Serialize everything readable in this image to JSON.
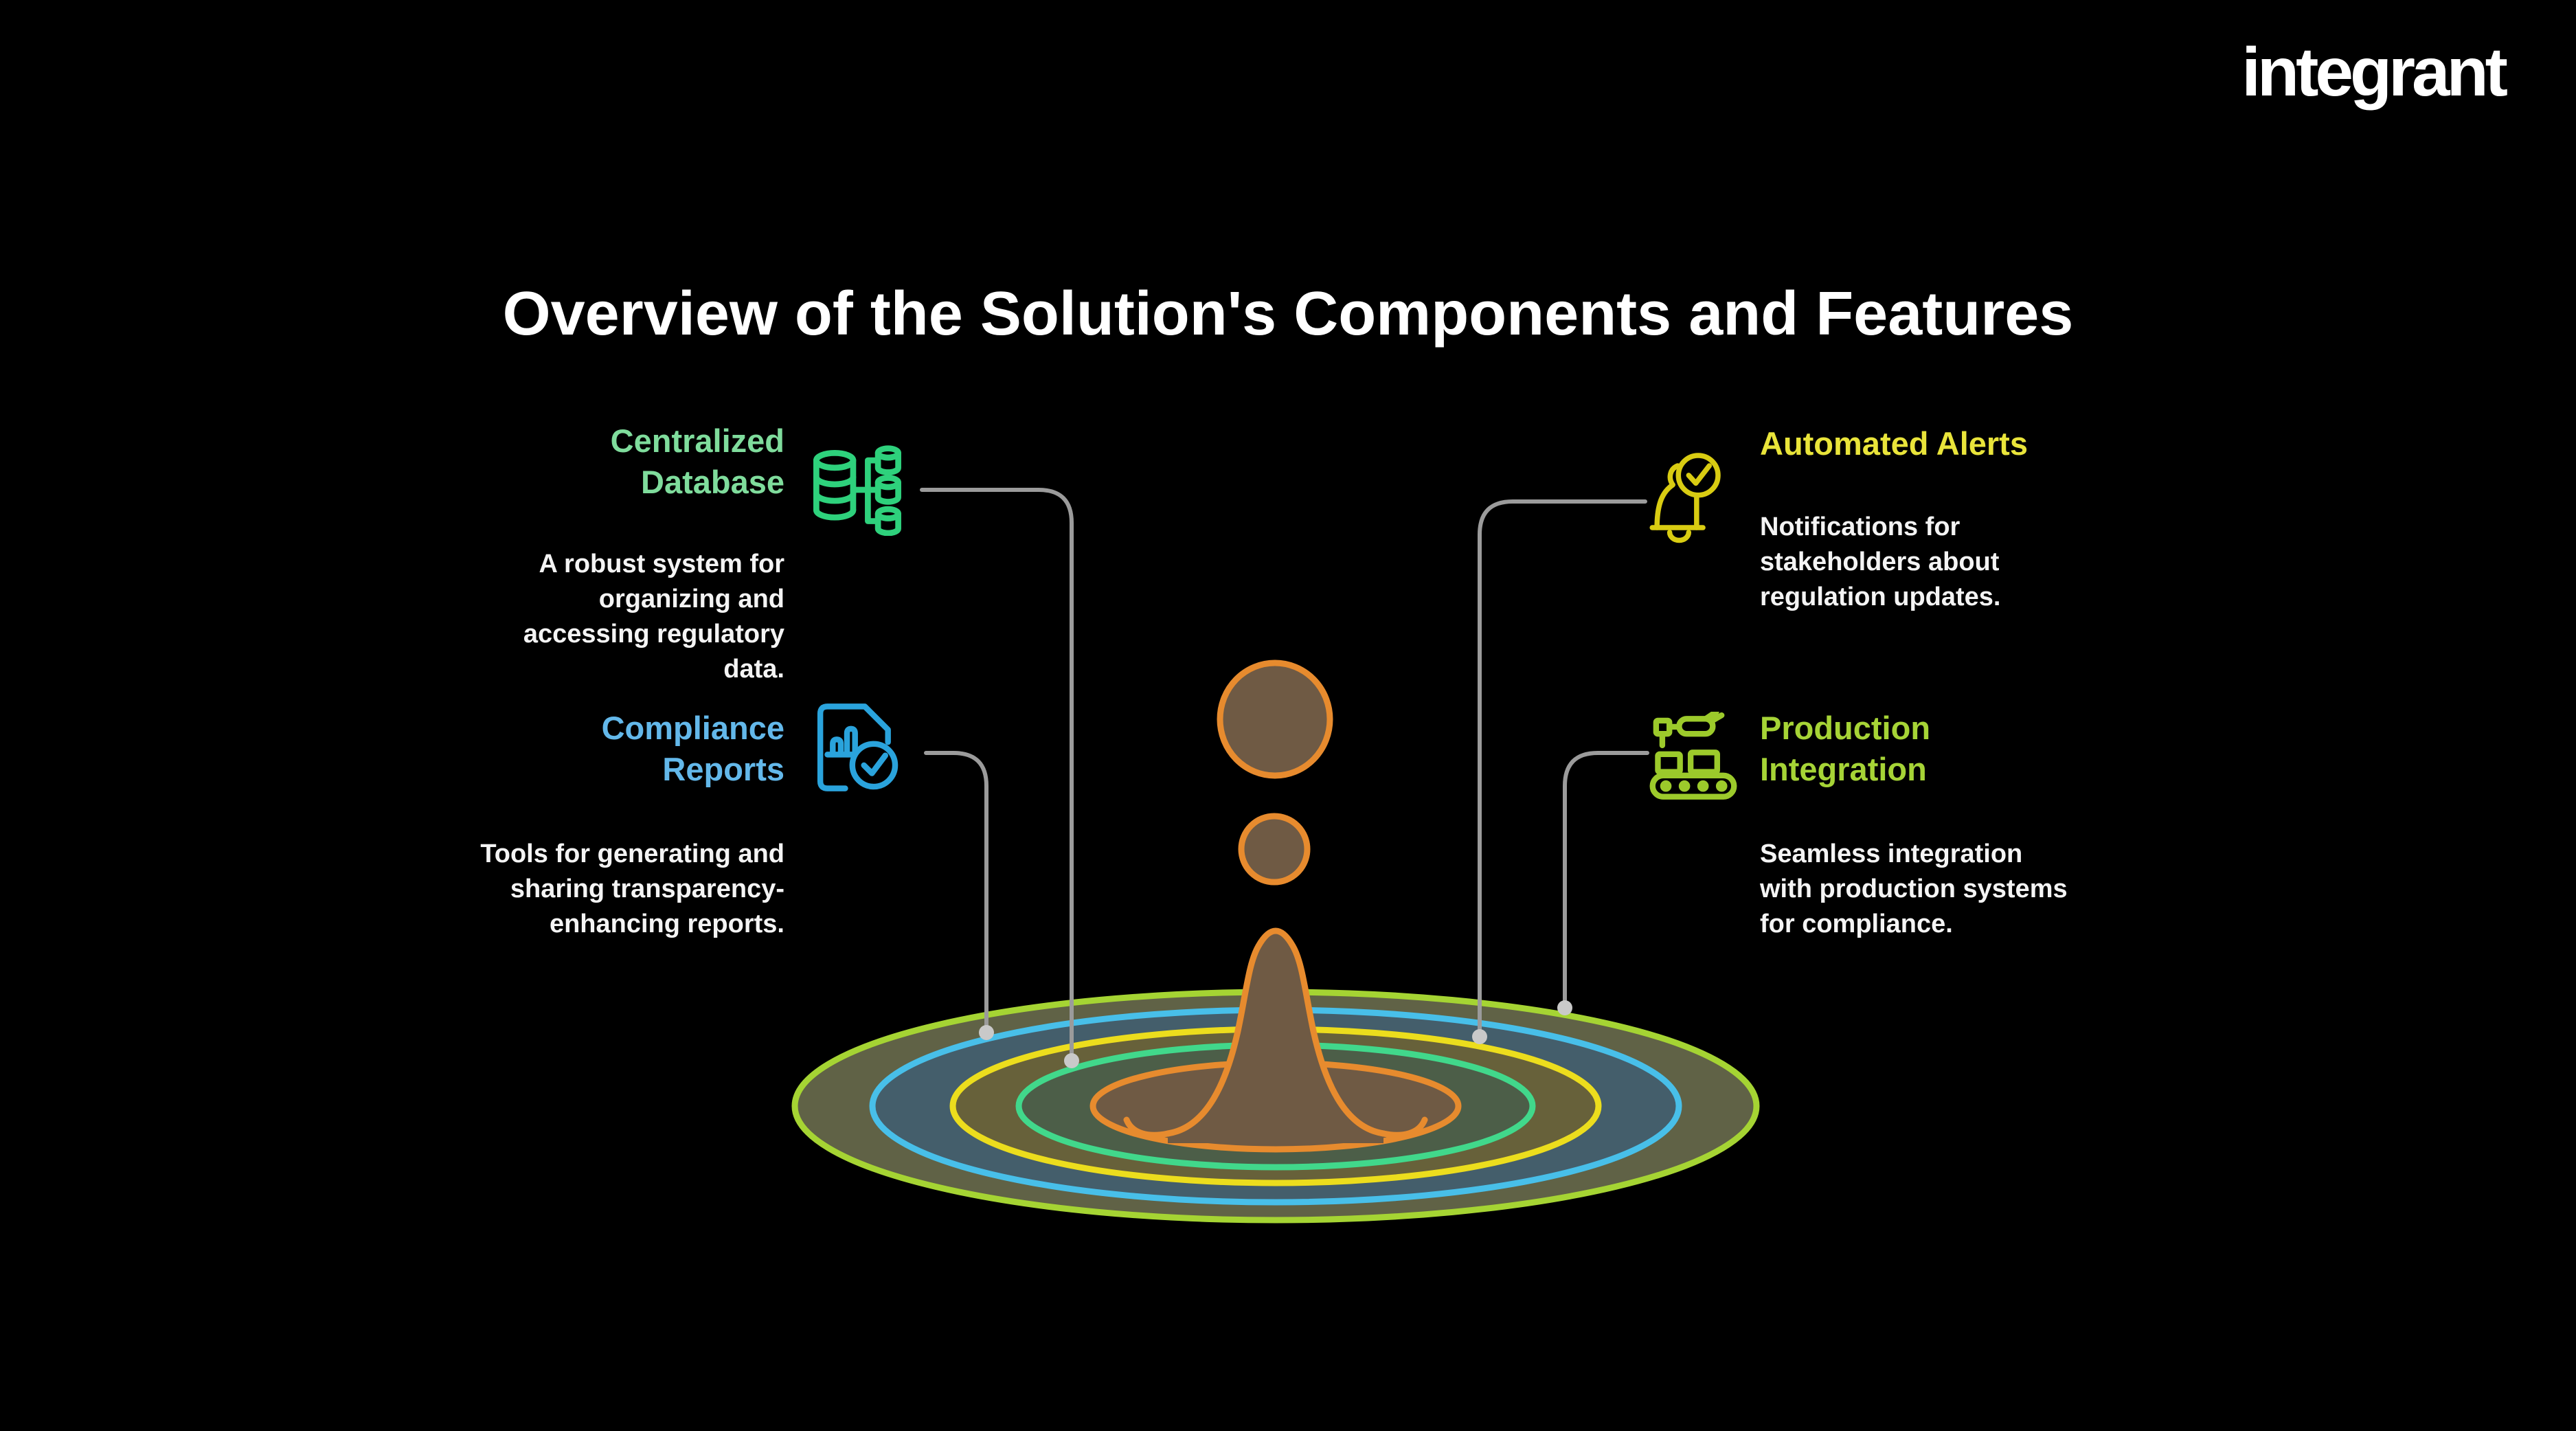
{
  "page": {
    "background_color": "#000000",
    "title": "Overview of the Solution's Components and Features",
    "logo_text": "integrant"
  },
  "features": [
    {
      "id": "centralized-database",
      "title": "Centralized\nDatabase",
      "description": "A robust system for\norganizing and\naccessing regulatory\ndata.",
      "accent_color": "#7fdc9c",
      "icon": "database-network-icon",
      "icon_color": "#2ed17c",
      "text_align": "right"
    },
    {
      "id": "compliance-reports",
      "title": "Compliance\nReports",
      "description": "Tools for generating and\nsharing transparency-\nenhancing reports.",
      "accent_color": "#63b8ea",
      "icon": "report-check-icon",
      "icon_color": "#2aa3dc",
      "text_align": "right"
    },
    {
      "id": "automated-alerts",
      "title": "Automated Alerts",
      "description": "Notifications for\nstakeholders about\nregulation updates.",
      "accent_color": "#e9e43a",
      "icon": "bell-check-icon",
      "icon_color": "#d9cc12",
      "text_align": "left"
    },
    {
      "id": "production-integration",
      "title": "Production\nIntegration",
      "description": "Seamless integration\nwith production systems\nfor compliance.",
      "accent_color": "#a6d436",
      "icon": "conveyor-robot-icon",
      "icon_color": "#9cca2b",
      "text_align": "left"
    }
  ],
  "illustration": {
    "name": "water-droplet-ripple",
    "droplet_fill": "#6f5a44",
    "droplet_outline": "#e78b2e",
    "connector_color": "#9b9b9b",
    "connector_dot_color": "#c9c9c9",
    "rings": [
      {
        "name": "outer-ring",
        "stroke": "#a5d433",
        "fill": "#606246"
      },
      {
        "name": "ring-blue",
        "stroke": "#48bfe9",
        "fill": "#445e6b"
      },
      {
        "name": "ring-yellow",
        "stroke": "#ecdd1d",
        "fill": "#67613a"
      },
      {
        "name": "ring-green",
        "stroke": "#41d88b",
        "fill": "#4c5e48"
      },
      {
        "name": "ring-orange",
        "stroke": "#e78b2e",
        "fill": "#6f5a44"
      }
    ]
  }
}
